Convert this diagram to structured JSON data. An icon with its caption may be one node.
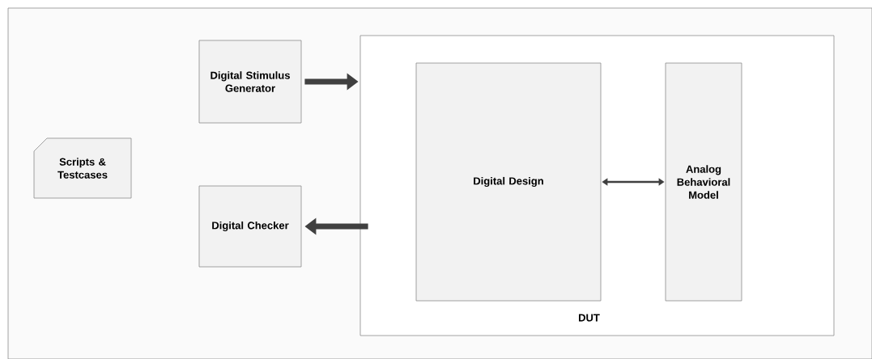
{
  "diagram": {
    "nodes": [
      {
        "text": [
          "Scripts & Testcases"
        ]
      },
      {
        "text": [
          "Digital Stimulus Generator"
        ]
      },
      {
        "text": [
          "Digital Checker"
        ]
      },
      {
        "text": [
          "DUT"
        ]
      },
      {
        "text": [
          "Digital Design"
        ],
        "in": 3
      },
      {
        "text": [
          "Analog Behavioral Model"
        ],
        "in": 3
      }
    ],
    "edges": [
      {
        "from": 1,
        "to": 3,
        "arrow": "to"
      },
      {
        "from": 3,
        "to": 2,
        "arrow": "to"
      },
      {
        "from": 4,
        "to": 5,
        "arrow": "both"
      }
    ]
  }
}
